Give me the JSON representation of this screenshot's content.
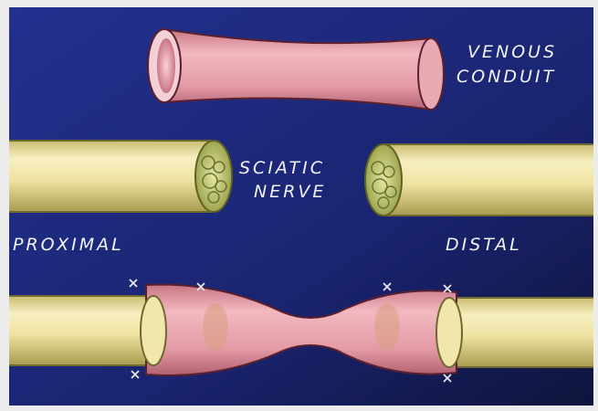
{
  "labels": {
    "venous_line1": "VENOUS",
    "venous_line2": "CONDUIT",
    "sciatic_line1": "SCIATIC",
    "sciatic_line2": "NERVE",
    "proximal": "PROXIMAL",
    "distal": "DISTAL"
  },
  "colors": {
    "background_top": "#1f2a80",
    "background_bottom": "#10153e",
    "nerve": "#eee3a4",
    "conduit": "#e8a3ad"
  }
}
